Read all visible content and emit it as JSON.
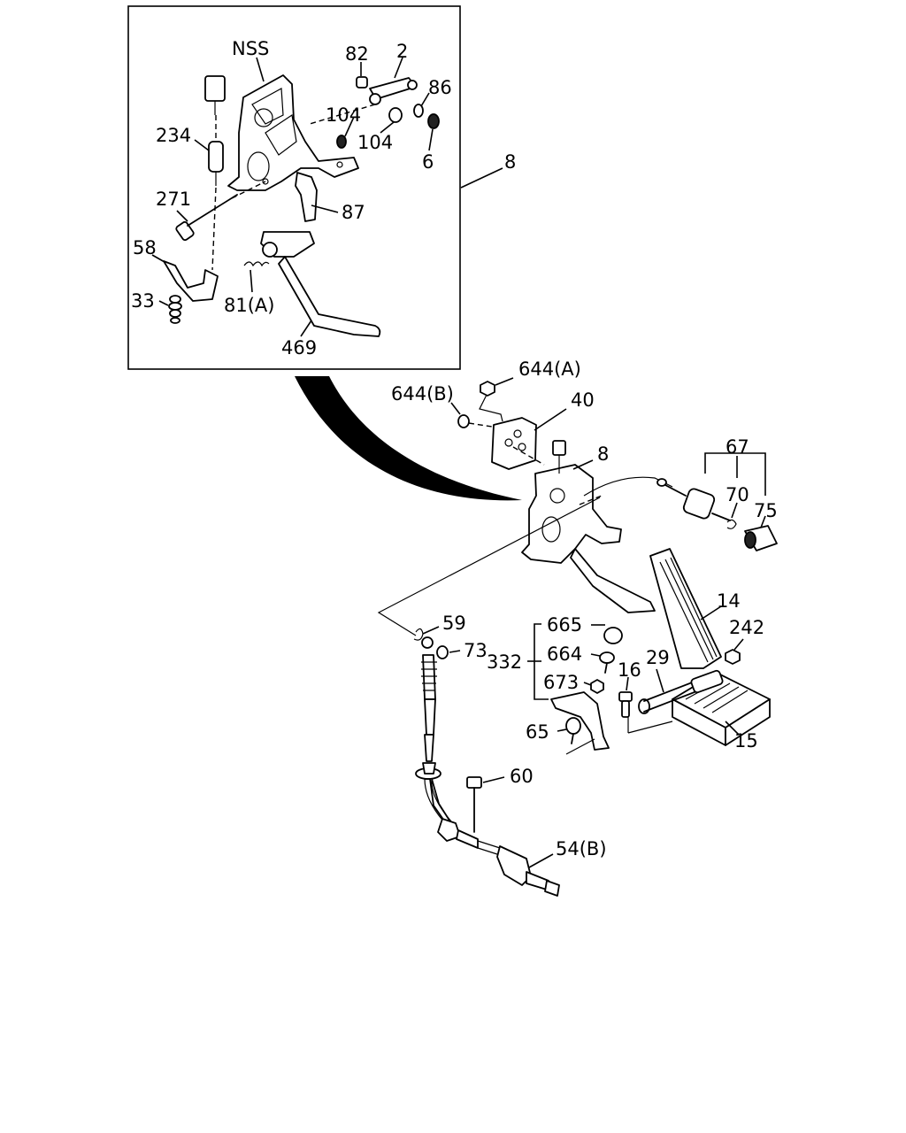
{
  "labels": {
    "nss": "NSS",
    "p82": "82",
    "p2": "2",
    "p86": "86",
    "p104a": "104",
    "p104b": "104",
    "p6": "6",
    "p234": "234",
    "p271": "271",
    "p87": "87",
    "p58": "58",
    "p33": "33",
    "p81a": "81(A)",
    "p469": "469",
    "p8a": "8",
    "p644a": "644(A)",
    "p644b": "644(B)",
    "p40": "40",
    "p8b": "8",
    "p67": "67",
    "p70": "70",
    "p75": "75",
    "p14": "14",
    "p59": "59",
    "p665": "665",
    "p242": "242",
    "p73": "73",
    "p332": "332",
    "p664": "664",
    "p29": "29",
    "p16": "16",
    "p673": "673",
    "p65": "65",
    "p15": "15",
    "p60": "60",
    "p54b": "54(B)"
  }
}
